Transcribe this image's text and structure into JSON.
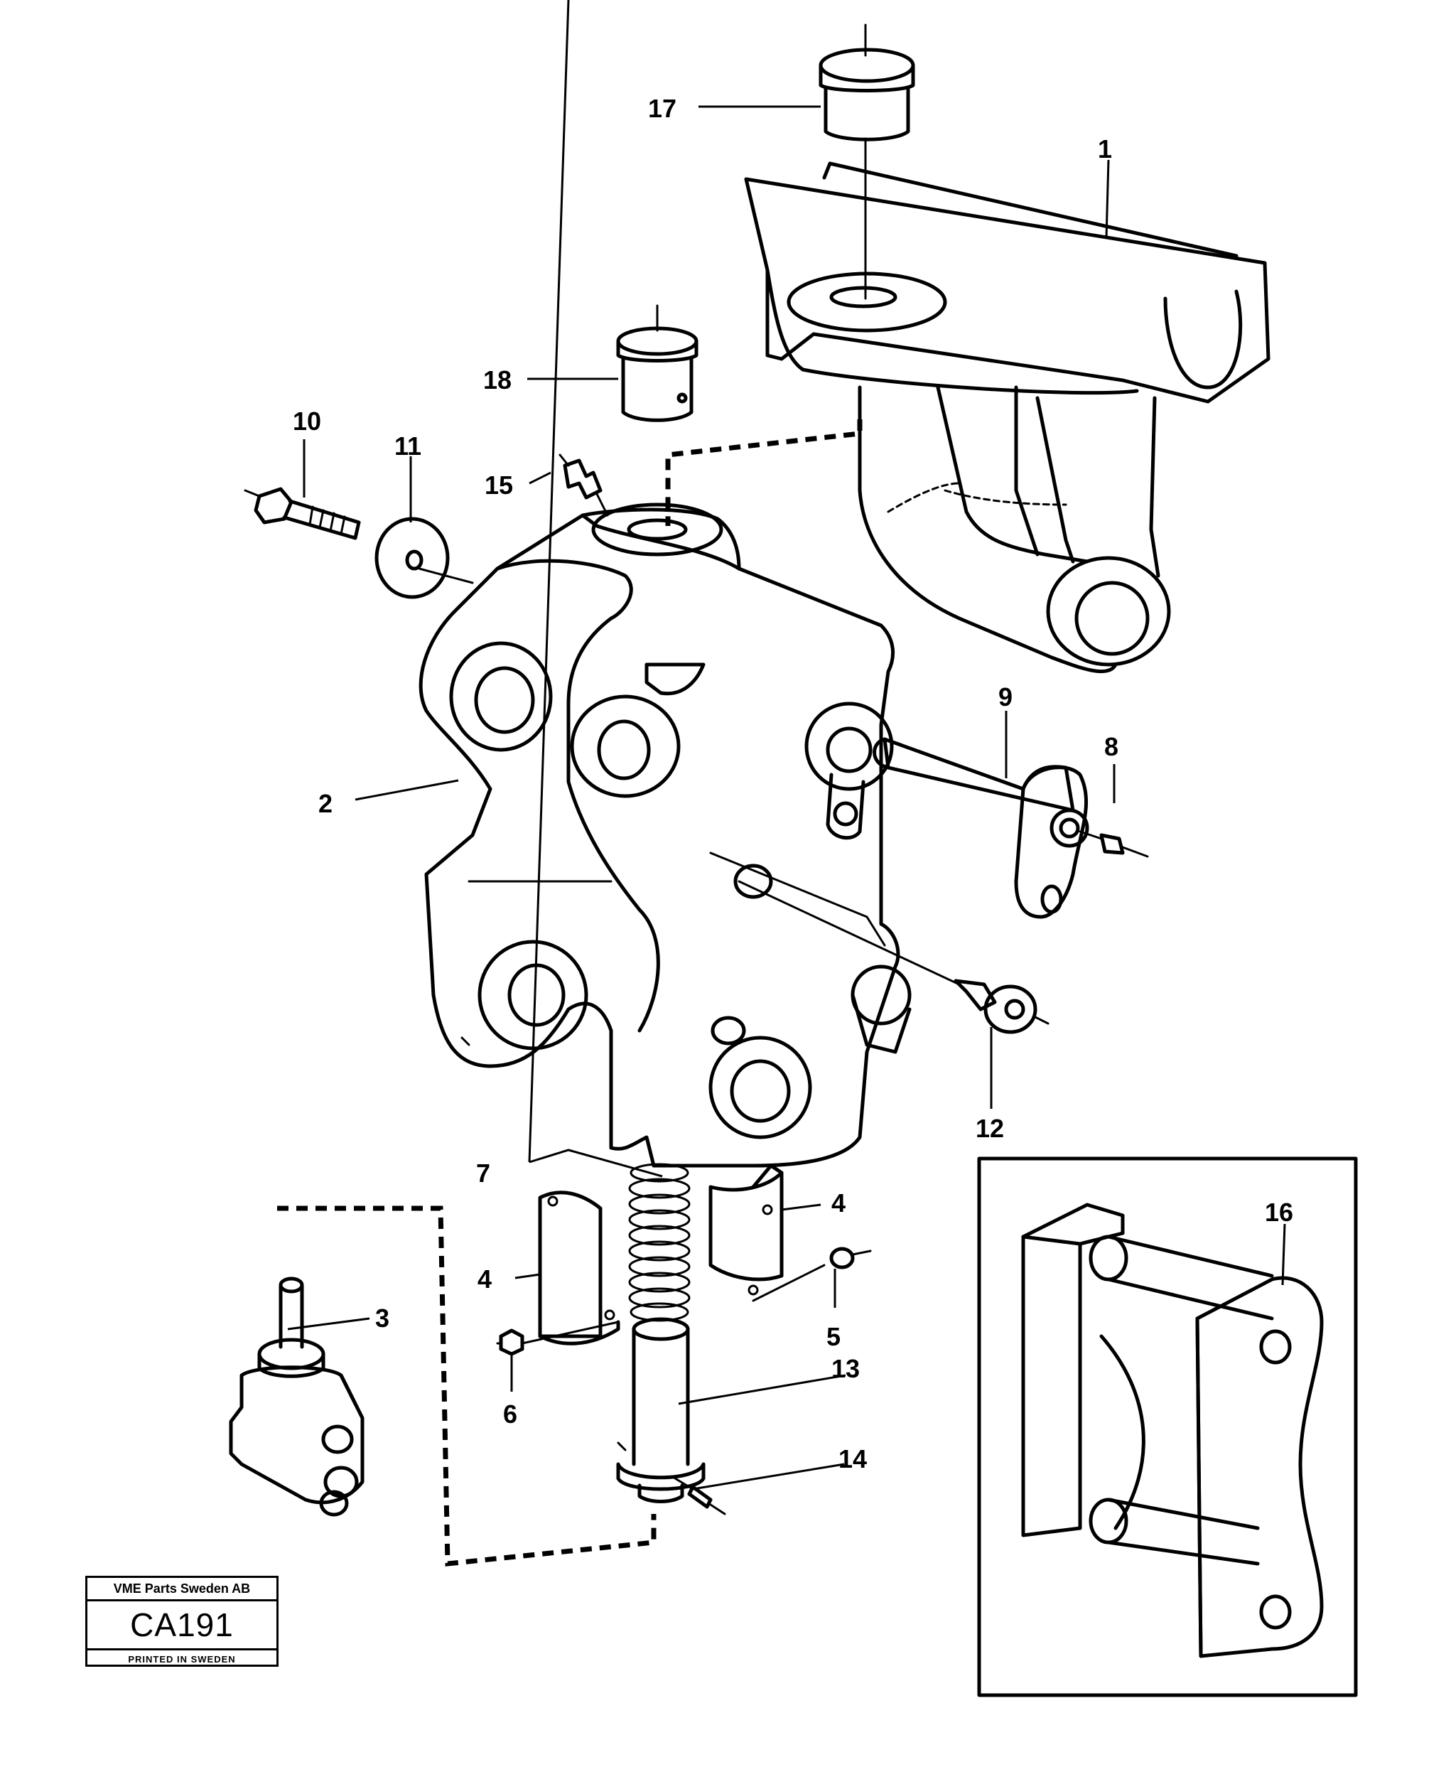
{
  "callouts": {
    "c1": "1",
    "c2": "2",
    "c3": "3",
    "c4a": "4",
    "c4b": "4",
    "c5": "5",
    "c6": "6",
    "c7": "7",
    "c8": "8",
    "c9": "9",
    "c10": "10",
    "c11": "11",
    "c12": "12",
    "c13": "13",
    "c14": "14",
    "c15": "15",
    "c16": "16",
    "c17": "17",
    "c18": "18"
  },
  "stamp": {
    "company": "VME Parts Sweden AB",
    "code": "CA191",
    "printed": "PRINTED IN SWEDEN"
  }
}
